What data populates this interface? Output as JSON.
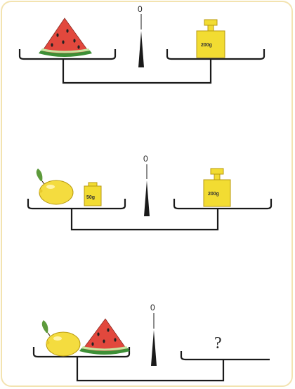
{
  "colors": {
    "frame": "#f3e3b0",
    "ink": "#1a1a1a",
    "weight": "#f2dc32",
    "weight_edge": "#b89a10",
    "watermelon_red": "#e2483d",
    "watermelon_rind": "#3d8f36",
    "lemon": "#f4dc3f",
    "leaf": "#5d9a3b"
  },
  "scales": [
    {
      "pointer_label": "0",
      "left_items": [
        "watermelon-slice"
      ],
      "right_items": [
        {
          "type": "weight",
          "label": "200g"
        }
      ]
    },
    {
      "pointer_label": "0",
      "left_items": [
        "lemon",
        {
          "type": "weight",
          "label": "50g"
        }
      ],
      "right_items": [
        {
          "type": "weight",
          "label": "200g"
        }
      ]
    },
    {
      "pointer_label": "0",
      "left_items": [
        "lemon",
        "watermelon-slice"
      ],
      "right_items": [
        {
          "type": "unknown",
          "label": "?"
        }
      ]
    }
  ]
}
